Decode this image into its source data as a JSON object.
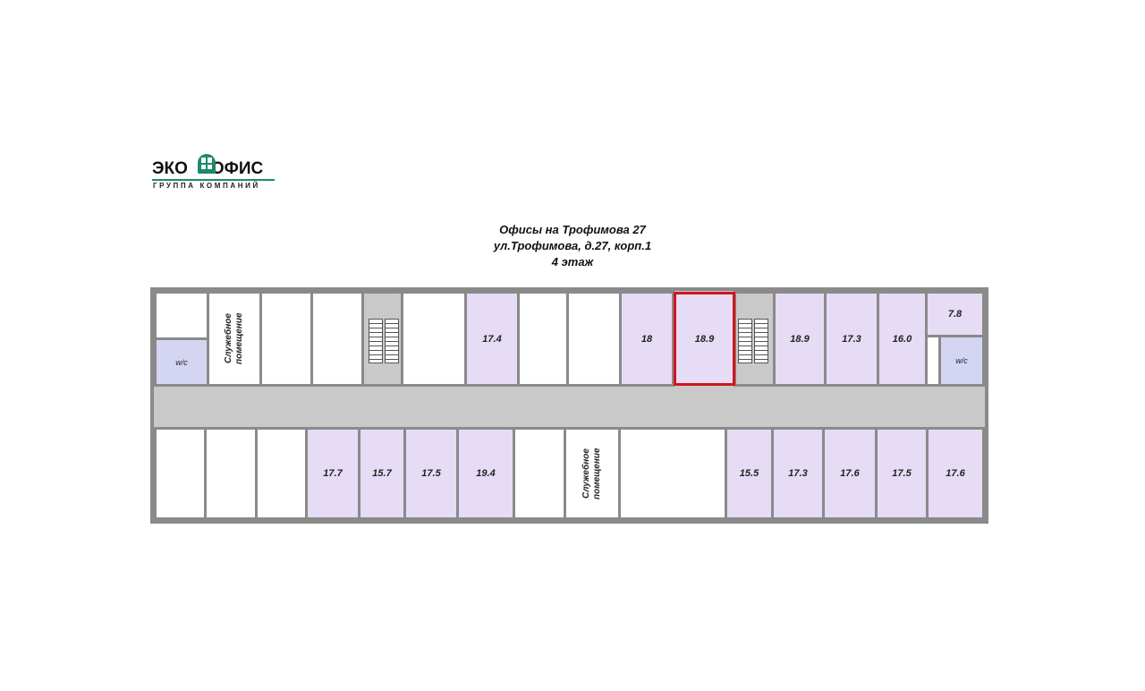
{
  "logo": {
    "main_left": "ЭКО",
    "main_right": "ОФИС",
    "subtitle": "ГРУППА КОМПАНИЙ"
  },
  "header": {
    "title": "Офисы на Трофимова 27",
    "address": "ул.Трофимова, д.27, корп.1",
    "floor": "4 этаж"
  },
  "rooms_top": {
    "wc": "w/c",
    "service": "Служебное помещение",
    "r1": "17.4",
    "r2": "18",
    "r3": "18.9",
    "r4": "18.9",
    "r5": "17.3",
    "r6": "16.0",
    "r7": "7.8",
    "wc2": "w/c"
  },
  "rooms_bottom": {
    "r1": "17.7",
    "r2": "15.7",
    "r3": "17.5",
    "r4": "19.4",
    "service": "Служебное помещение",
    "r5": "15.5",
    "r6": "17.3",
    "r7": "17.6",
    "r8": "17.5",
    "r9": "17.6"
  },
  "colors": {
    "available": "#e6dcf6",
    "selected": "#d0161c",
    "corridor": "#c9c9c9",
    "brand": "#1c8a6a"
  }
}
